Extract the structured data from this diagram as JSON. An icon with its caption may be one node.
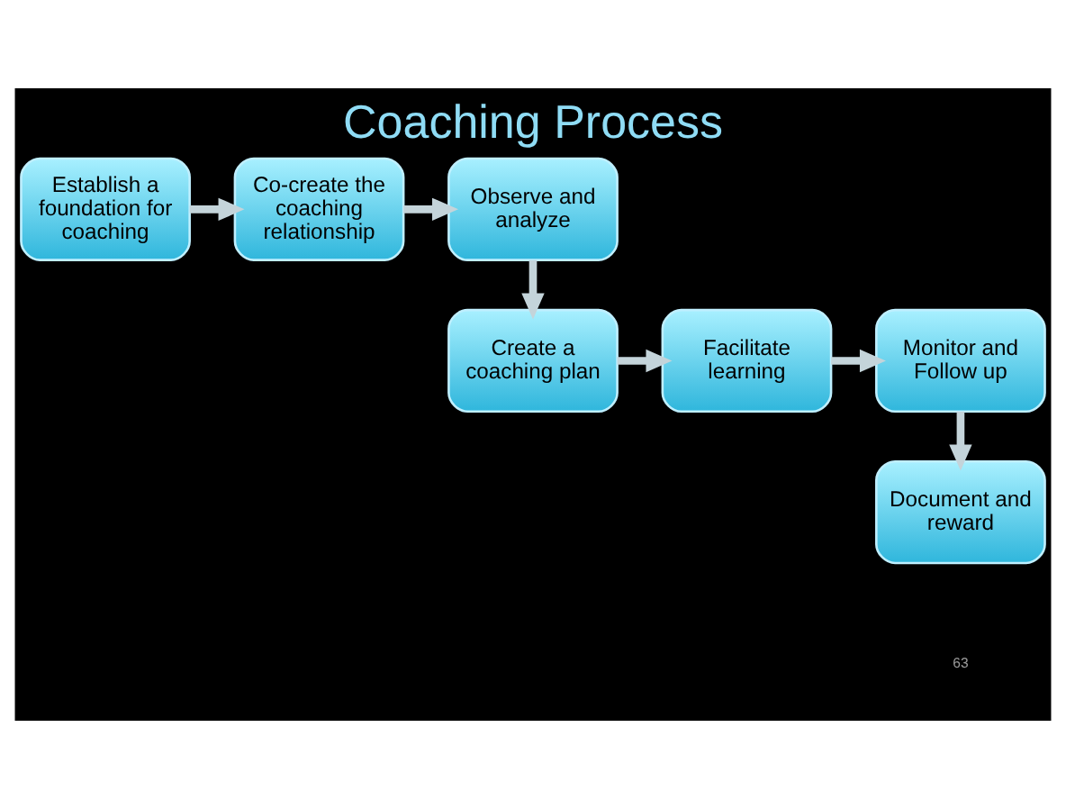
{
  "diagram": {
    "title": "Coaching Process",
    "nodes": [
      {
        "text": [
          "Establish a foundation for coaching"
        ]
      },
      {
        "text": [
          "Co-create the coaching relationship"
        ]
      },
      {
        "text": [
          "Observe and analyze"
        ]
      },
      {
        "text": [
          "Create a coaching plan"
        ]
      },
      {
        "text": [
          "Facilitate learning"
        ]
      },
      {
        "text": [
          "Monitor and Follow up"
        ]
      },
      {
        "text": [
          "Document and reward"
        ]
      }
    ],
    "edges": [
      {
        "from": 0,
        "to": 1,
        "arrow": "to"
      },
      {
        "from": 1,
        "to": 2,
        "arrow": "to"
      },
      {
        "from": 2,
        "to": 3,
        "arrow": "to"
      },
      {
        "from": 3,
        "to": 4,
        "arrow": "to"
      },
      {
        "from": 4,
        "to": 5,
        "arrow": "to"
      },
      {
        "from": 5,
        "to": 6,
        "arrow": "to"
      }
    ],
    "labels": [
      "63"
    ]
  }
}
